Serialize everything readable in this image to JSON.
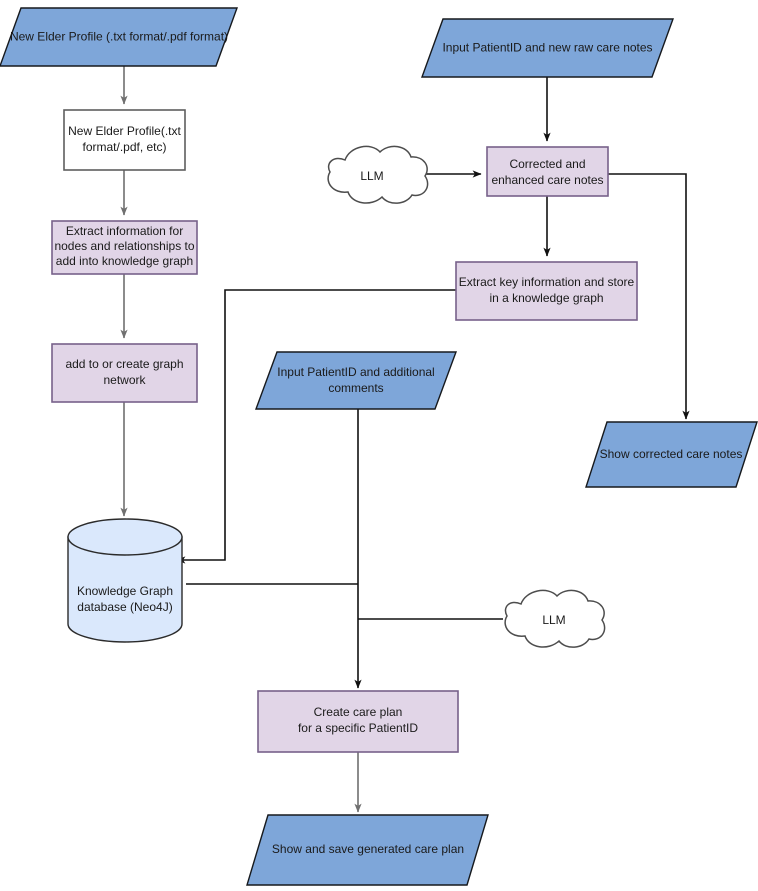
{
  "diagram": {
    "title": "Elder care knowledge-graph and care-plan flowchart",
    "colors": {
      "io_fill": "#7ea6d9",
      "process_fill": "#e1d5e7",
      "process_stroke": "#77618a",
      "database_fill": "#dae8fc",
      "plain_fill": "#ffffff",
      "edge_gray": "#707070",
      "edge_black": "#111111",
      "text": "#1a1a1a"
    },
    "nodes": {
      "new_elder_profile_input": {
        "shape": "parallelogram",
        "kind": "input-output",
        "lines": [
          "New Elder Profile (.txt format/.pdf format)"
        ]
      },
      "new_elder_profile_doc": {
        "shape": "rectangle",
        "kind": "plain",
        "lines": [
          "New Elder Profile(.txt",
          "format/.pdf, etc)"
        ]
      },
      "extract_info_nodes": {
        "shape": "rectangle",
        "kind": "process",
        "lines": [
          "Extract information for",
          "nodes and relationships to",
          "add into knowledge graph"
        ]
      },
      "add_create_graph": {
        "shape": "rectangle",
        "kind": "process",
        "lines": [
          "add to or create graph",
          "network"
        ]
      },
      "knowledge_graph_db": {
        "shape": "cylinder",
        "kind": "database",
        "lines": [
          "Knowledge Graph",
          "database (Neo4J)"
        ]
      },
      "input_patient_raw_notes": {
        "shape": "parallelogram",
        "kind": "input-output",
        "lines": [
          "Input PatientID and new raw care notes"
        ]
      },
      "llm_top": {
        "shape": "cloud",
        "kind": "cloud",
        "lines": [
          "LLM"
        ]
      },
      "corrected_notes": {
        "shape": "rectangle",
        "kind": "process",
        "lines": [
          "Corrected and",
          "enhanced care notes"
        ]
      },
      "extract_key_info": {
        "shape": "rectangle",
        "kind": "process",
        "lines": [
          "Extract key information and store",
          "in a knowledge graph"
        ]
      },
      "show_corrected_notes": {
        "shape": "parallelogram",
        "kind": "input-output",
        "lines": [
          "Show corrected care notes"
        ]
      },
      "input_patient_comments": {
        "shape": "parallelogram",
        "kind": "input-output",
        "lines": [
          "Input PatientID and additional",
          "comments"
        ]
      },
      "llm_bottom": {
        "shape": "cloud",
        "kind": "cloud",
        "lines": [
          "LLM"
        ]
      },
      "create_care_plan": {
        "shape": "rectangle",
        "kind": "process",
        "lines": [
          "Create care plan",
          "for a specific PatientID"
        ]
      },
      "show_save_care_plan": {
        "shape": "parallelogram",
        "kind": "input-output",
        "lines": [
          "Show and save generated care plan"
        ]
      }
    },
    "edges": [
      {
        "name": "profile-input-to-doc",
        "from": "new_elder_profile_input",
        "to": "new_elder_profile_doc",
        "arrow": true
      },
      {
        "name": "doc-to-extract-info",
        "from": "new_elder_profile_doc",
        "to": "extract_info_nodes",
        "arrow": true
      },
      {
        "name": "extract-info-to-add-graph",
        "from": "extract_info_nodes",
        "to": "add_create_graph",
        "arrow": true
      },
      {
        "name": "add-graph-to-database",
        "from": "add_create_graph",
        "to": "knowledge_graph_db",
        "arrow": true
      },
      {
        "name": "raw-notes-to-corrected",
        "from": "input_patient_raw_notes",
        "to": "corrected_notes",
        "arrow": true
      },
      {
        "name": "llm-top-to-corrected",
        "from": "llm_top",
        "to": "corrected_notes",
        "arrow": true
      },
      {
        "name": "corrected-to-extract-key",
        "from": "corrected_notes",
        "to": "extract_key_info",
        "arrow": true
      },
      {
        "name": "corrected-to-show-notes",
        "from": "corrected_notes",
        "to": "show_corrected_notes",
        "arrow": true
      },
      {
        "name": "extract-key-to-database",
        "from": "extract_key_info",
        "to": "knowledge_graph_db",
        "arrow": true
      },
      {
        "name": "comments-to-care-plan",
        "from": "input_patient_comments",
        "to": "create_care_plan",
        "arrow": true
      },
      {
        "name": "database-to-care-plan",
        "from": "knowledge_graph_db",
        "to": "create_care_plan",
        "arrow": false
      },
      {
        "name": "llm-bottom-to-care-plan",
        "from": "llm_bottom",
        "to": "create_care_plan",
        "arrow": false
      },
      {
        "name": "care-plan-to-show-save",
        "from": "create_care_plan",
        "to": "show_save_care_plan",
        "arrow": true
      }
    ]
  }
}
